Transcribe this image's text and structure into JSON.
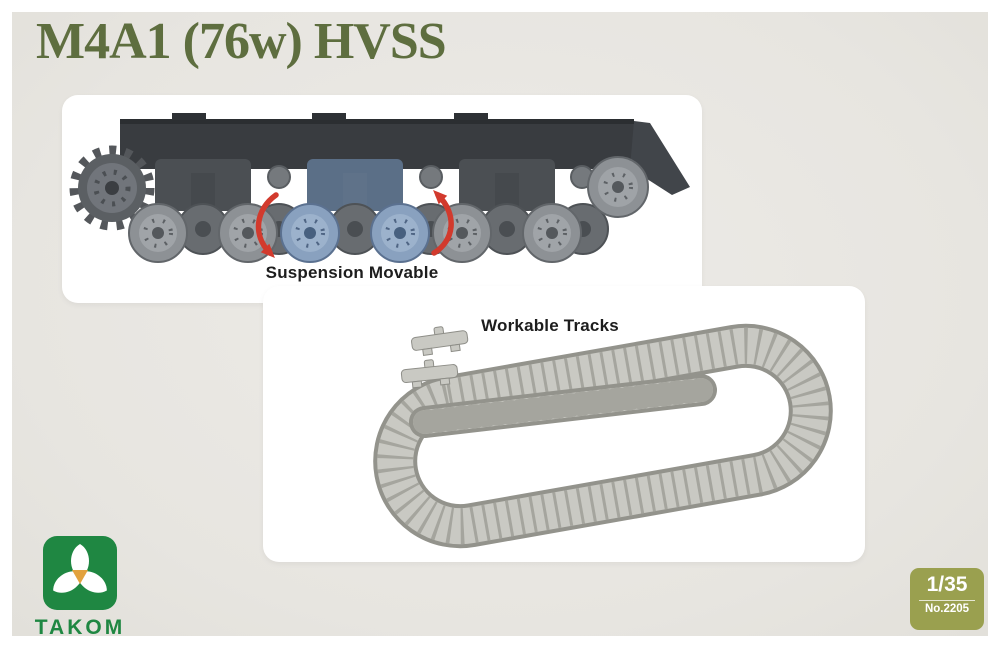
{
  "page": {
    "background": "#e7e5e0",
    "frame_color": "#ffffff"
  },
  "header": {
    "title": "M4A1 (76w) HVSS",
    "title_color": "#5e6e3f"
  },
  "panels": {
    "suspension": {
      "caption": "Suspension Movable"
    },
    "tracks": {
      "caption": "Workable Tracks"
    }
  },
  "brand": {
    "name": "TAKOM",
    "green": "#1f8742",
    "logo_accent_orange": "#e2a23e"
  },
  "badge": {
    "scale": "1/35",
    "kit_number": "No.2205",
    "background": "#9aa04f",
    "text_color": "#ffffff"
  },
  "illustrations": {
    "arrow_color": "#d23a2d",
    "blue_wheel_color": "#89a1bf",
    "hull_color": "#393c40",
    "track_color": "#c9c9c3"
  }
}
